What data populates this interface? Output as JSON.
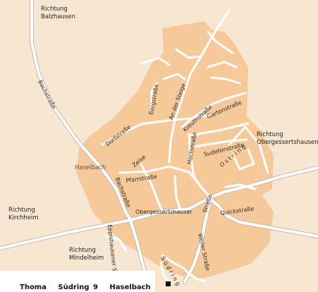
{
  "map": {
    "directions": {
      "balzhausen": "Richtung\nBalzhausen",
      "obergessertshausen": "Richtung\nObergessertshausen",
      "kirchheim": "Richtung\nKirchheim",
      "mindelheim": "Richtung\nMindelheim"
    },
    "place_label": "Haselbach",
    "streets": {
      "bachstrasse_north": "Bachstraße",
      "bachstrasse_south": "Bachstraße",
      "bergstrasse": "Bergstraße",
      "an_der_steige": "An der Steige",
      "kreuthstrasse": "Kreuthstraße",
      "gartenstrasse": "Gartenstraße",
      "dorfstrasse": "Dorfstraße",
      "hochstrasse": "Hochstraße",
      "sudetenstrasse": "Sudetenstraße",
      "ostring": "O s t r i n g",
      "zeise": "Zeise",
      "pfarrstrasse": "Pfarrstraße",
      "obergessertshauser": "Obergessertshauser",
      "strasse": "Straße",
      "quickstrasse": "Quickstraße",
      "eppishausener": "Eppishausener S",
      "weiler_strasse": "Weiler Straße",
      "suedring": "S ü d r i n g"
    },
    "colors": {
      "background": "#f7e7d2",
      "village_area": "#f5c99a",
      "roads": "#ffffff",
      "road_casing": "#c9b8a6",
      "marker": "#111111"
    }
  },
  "footer": {
    "address": "Thoma   Südring 9   Haselbach"
  }
}
